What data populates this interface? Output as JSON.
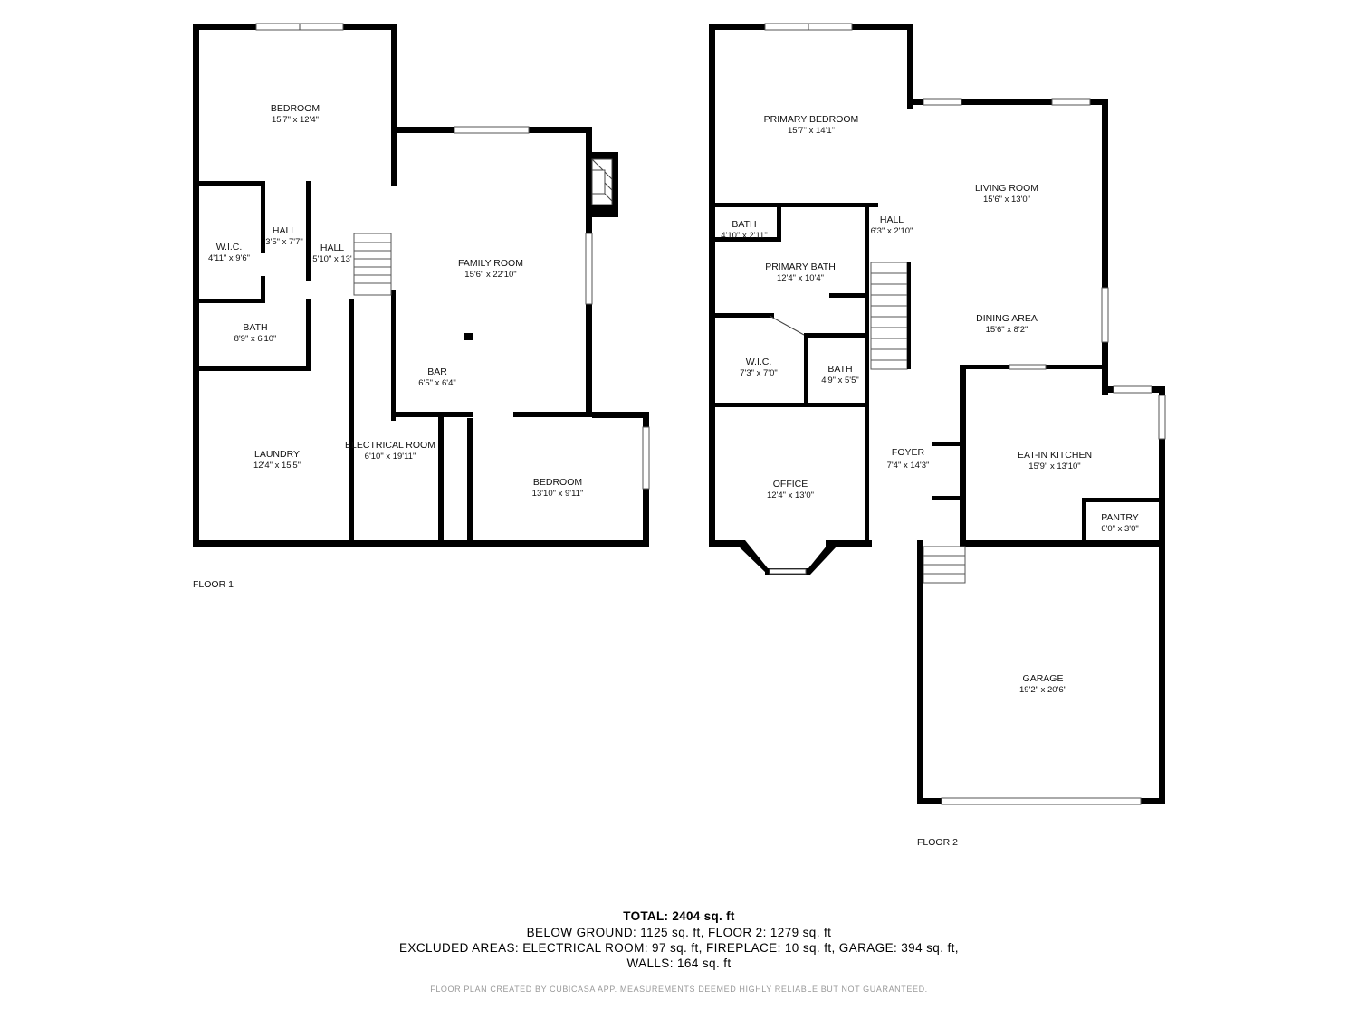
{
  "floors": [
    {
      "label": "FLOOR 1",
      "rooms": [
        {
          "name": "BEDROOM",
          "dims": "15'7\" x 12'4\""
        },
        {
          "name": "W.I.C.",
          "dims": "4'11\" x 9'6\""
        },
        {
          "name": "HALL",
          "dims": "3'5\" x 7'7\""
        },
        {
          "name": "HALL",
          "dims": "5'10\" x 13'"
        },
        {
          "name": "FAMILY ROOM",
          "dims": "15'6\" x 22'10\""
        },
        {
          "name": "BATH",
          "dims": "8'9\" x 6'10\""
        },
        {
          "name": "BAR",
          "dims": "6'5\" x 6'4\""
        },
        {
          "name": "LAUNDRY",
          "dims": "12'4\" x 15'5\""
        },
        {
          "name": "ELECTRICAL ROOM",
          "dims": "6'10\" x 19'11\""
        },
        {
          "name": "BEDROOM",
          "dims": "13'10\" x 9'11\""
        }
      ]
    },
    {
      "label": "FLOOR 2",
      "rooms": [
        {
          "name": "PRIMARY BEDROOM",
          "dims": "15'7\" x 14'1\""
        },
        {
          "name": "LIVING ROOM",
          "dims": "15'6\" x 13'0\""
        },
        {
          "name": "BATH",
          "dims": "4'10\" x 2'11\""
        },
        {
          "name": "HALL",
          "dims": "6'3\" x 2'10\""
        },
        {
          "name": "PRIMARY BATH",
          "dims": "12'4\" x 10'4\""
        },
        {
          "name": "DINING AREA",
          "dims": "15'6\" x 8'2\""
        },
        {
          "name": "W.I.C.",
          "dims": "7'3\" x 7'0\""
        },
        {
          "name": "BATH",
          "dims": "4'9\" x 5'5\""
        },
        {
          "name": "FOYER",
          "dims": "7'4\" x 14'3\""
        },
        {
          "name": "EAT-IN KITCHEN",
          "dims": "15'9\" x 13'10\""
        },
        {
          "name": "OFFICE",
          "dims": "12'4\" x 13'0\""
        },
        {
          "name": "PANTRY",
          "dims": "6'0\" x 3'0\""
        },
        {
          "name": "GARAGE",
          "dims": "19'2\" x 20'6\""
        }
      ]
    }
  ],
  "summary": {
    "total_label": "TOTAL:",
    "total_value": "2404 sq. ft",
    "line1": "BELOW GROUND: 1125 sq. ft, FLOOR 2: 1279 sq. ft",
    "line2": "EXCLUDED AREAS: ELECTRICAL ROOM: 97 sq. ft, FIREPLACE: 10 sq. ft, GARAGE: 394 sq. ft,",
    "line3": "WALLS: 164 sq. ft"
  },
  "disclaimer": "FLOOR PLAN CREATED BY CUBICASA APP. MEASUREMENTS DEEMED HIGHLY RELIABLE BUT NOT GUARANTEED."
}
